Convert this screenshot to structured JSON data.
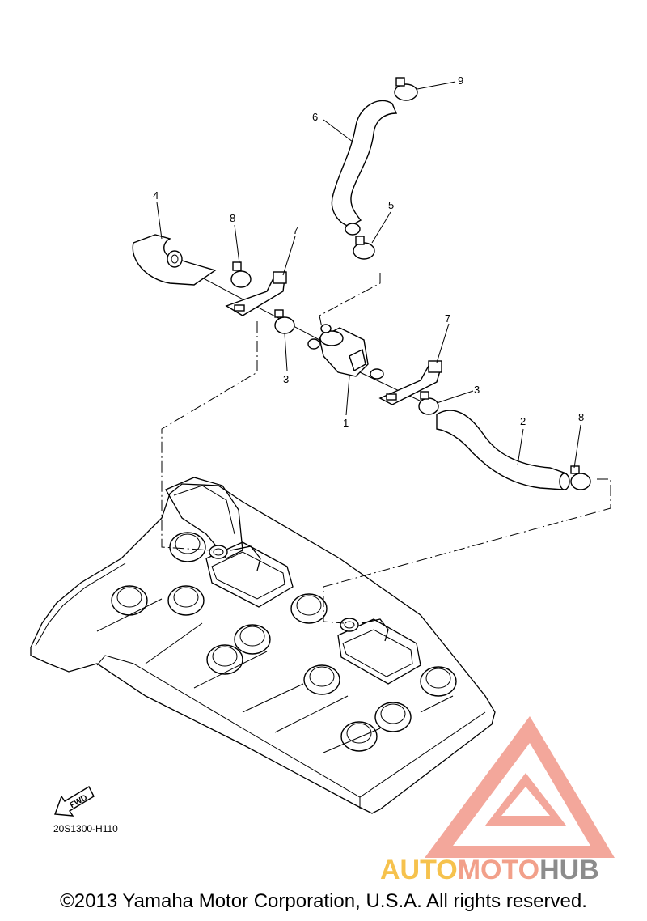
{
  "diagram": {
    "callouts": [
      {
        "id": "c1",
        "number": "1"
      },
      {
        "id": "c2",
        "number": "2"
      },
      {
        "id": "c3a",
        "number": "3"
      },
      {
        "id": "c3b",
        "number": "3"
      },
      {
        "id": "c4",
        "number": "4"
      },
      {
        "id": "c5",
        "number": "5"
      },
      {
        "id": "c6",
        "number": "6"
      },
      {
        "id": "c7a",
        "number": "7"
      },
      {
        "id": "c7b",
        "number": "7"
      },
      {
        "id": "c8a",
        "number": "8"
      },
      {
        "id": "c8b",
        "number": "8"
      },
      {
        "id": "c9",
        "number": "9"
      }
    ],
    "fwd_label": "FWD",
    "diagram_code": "20S1300-H110"
  },
  "watermark": {
    "part1": "AUTO",
    "part2": "MOTO",
    "part3": "HUB",
    "colors": {
      "auto": "#f6c24d",
      "moto": "#f2a08a",
      "hub": "#8c8c8c",
      "logo": "#f08a7a"
    }
  },
  "footer": {
    "copyright": "©2013 Yamaha Motor Corporation, U.S.A. All rights reserved."
  }
}
